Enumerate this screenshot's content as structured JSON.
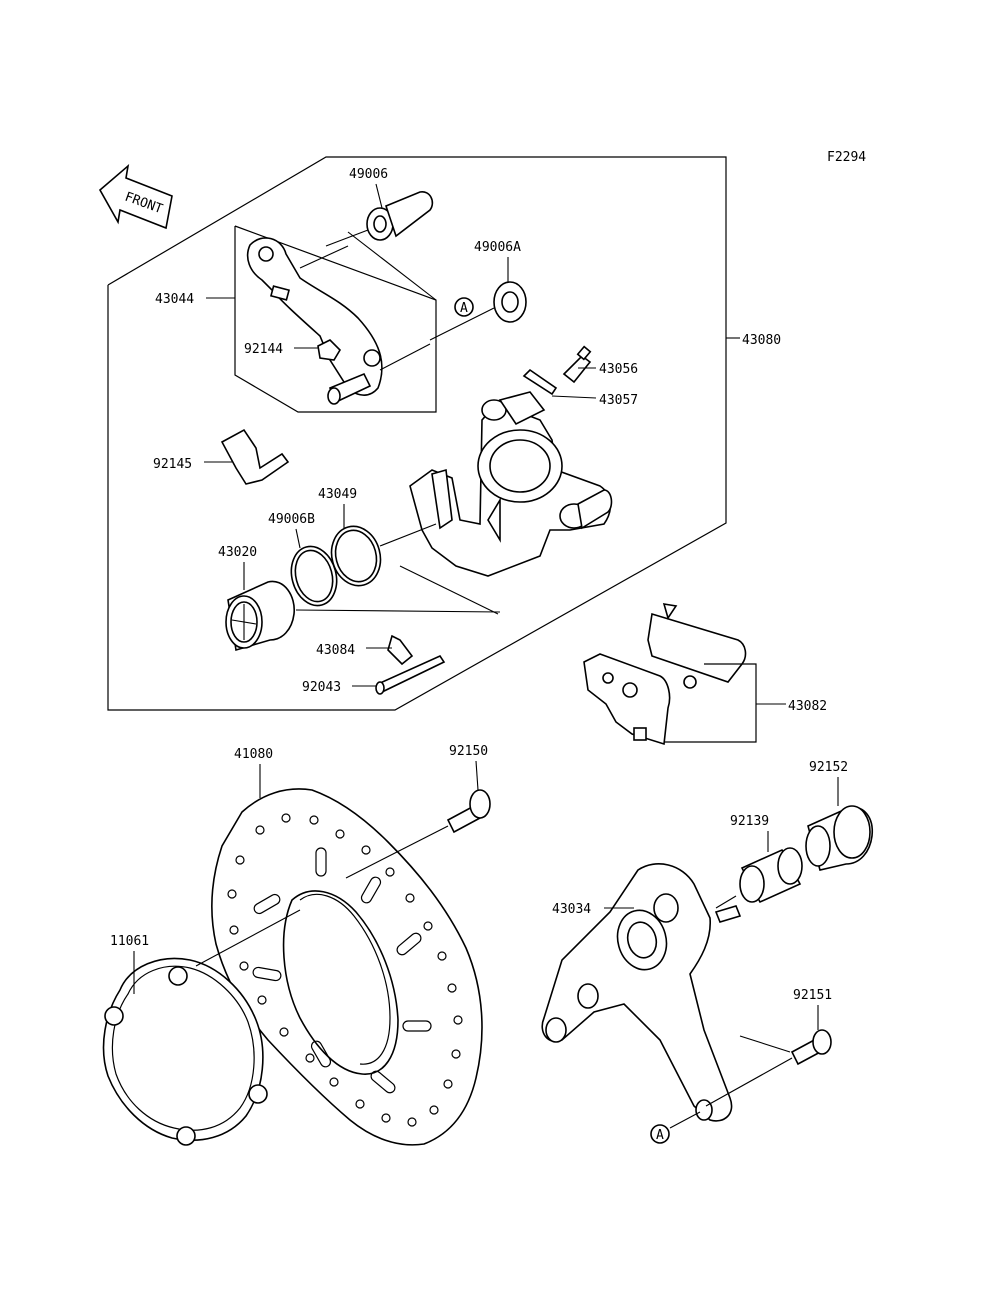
{
  "figure_code": "F2294",
  "front_arrow": {
    "label": "FRONT",
    "icon": "front-arrow-icon"
  },
  "ref_marker": "A",
  "parts": {
    "p49006": "49006",
    "p49006a": "49006A",
    "p43044": "43044",
    "p92144": "92144",
    "p43056": "43056",
    "p43057": "43057",
    "p43080": "43080",
    "p92145": "92145",
    "p43049": "43049",
    "p49006b": "49006B",
    "p43020": "43020",
    "p43084": "43084",
    "p92043": "92043",
    "p43082": "43082",
    "p41080": "41080",
    "p92150": "92150",
    "p92152": "92152",
    "p92139": "92139",
    "p43034": "43034",
    "p11061": "11061",
    "p92151": "92151"
  }
}
